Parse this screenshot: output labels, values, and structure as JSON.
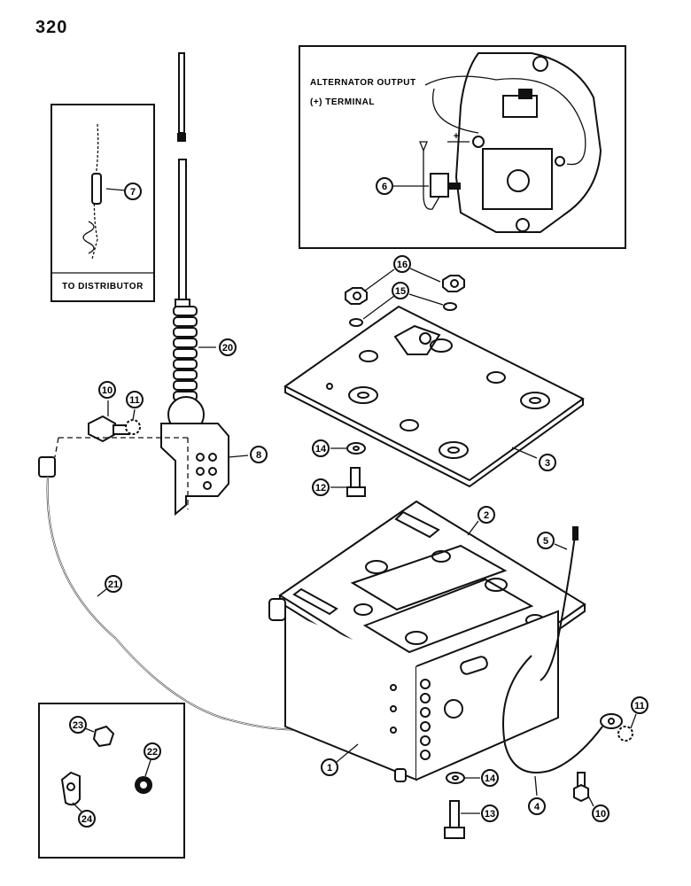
{
  "page": {
    "number": "320"
  },
  "inset_distributor": {
    "label": "TO DISTRIBUTOR",
    "callout": "7"
  },
  "inset_alternator": {
    "label_line1": "ALTERNATOR OUTPUT",
    "label_line2": "(+) TERMINAL",
    "plus_sign": "+",
    "callout": "6"
  },
  "callouts": {
    "c1": "1",
    "c2": "2",
    "c3": "3",
    "c4": "4",
    "c5": "5",
    "c8": "8",
    "c10a": "10",
    "c10b": "10",
    "c11a": "11",
    "c11b": "11",
    "c12": "12",
    "c13": "13",
    "c14a": "14",
    "c14b": "14",
    "c15": "15",
    "c16": "16",
    "c20": "20",
    "c21": "21",
    "c22": "22",
    "c23": "23",
    "c24": "24"
  }
}
